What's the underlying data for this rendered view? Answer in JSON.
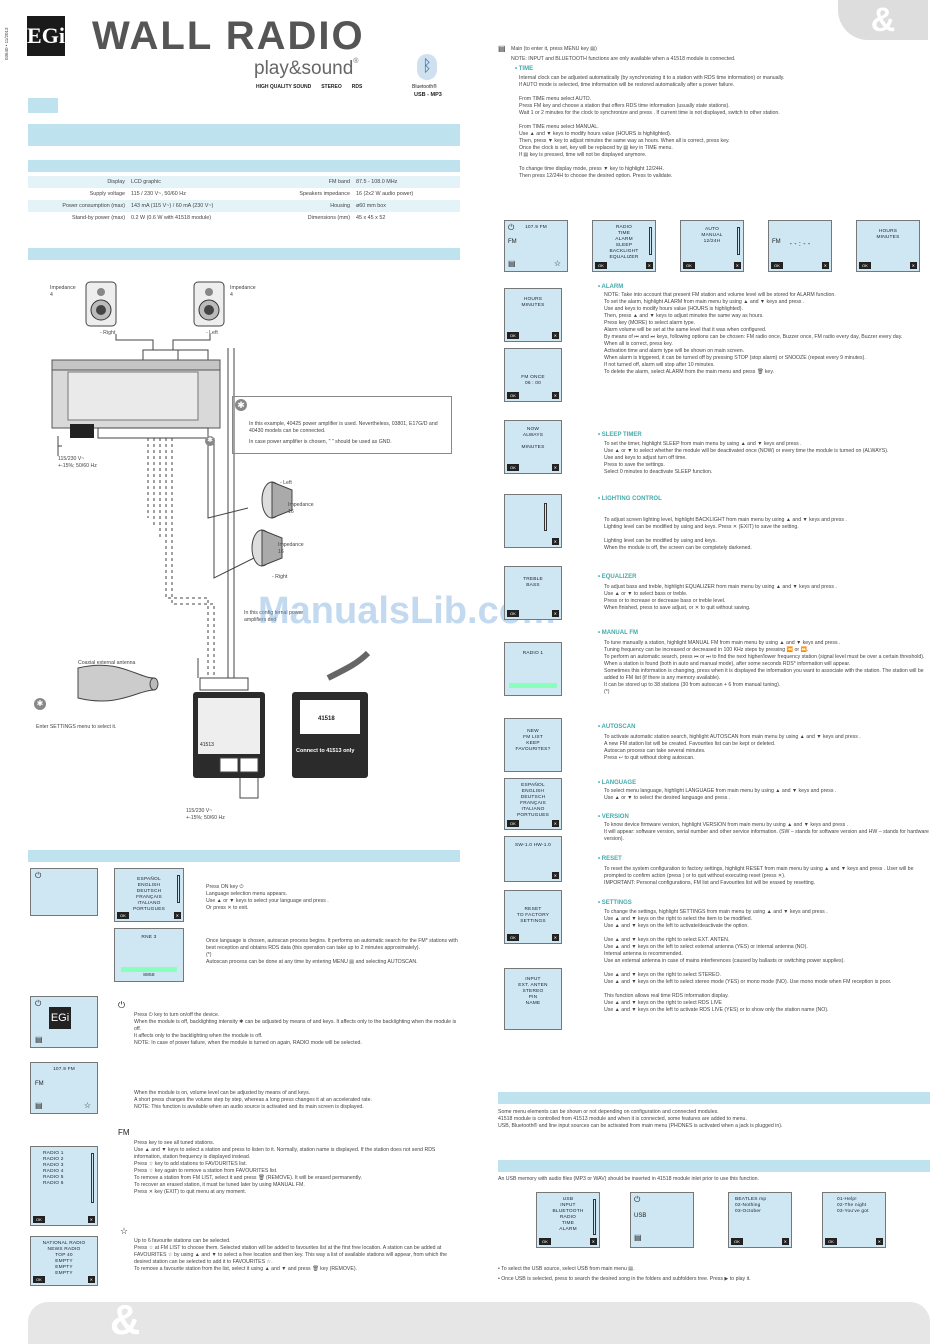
{
  "header": {
    "side_code": "03640 • 11/2013",
    "logo": "EGi",
    "title": "WALL RADIO",
    "brand": "play&sound",
    "brand_reg": "®",
    "features": [
      "HIGH QUALITY SOUND",
      "STEREO",
      "RDS"
    ],
    "bluetooth_label": "Bluetooth®",
    "usb_label": "USB - MP3",
    "amp_mark": "&"
  },
  "colors": {
    "accent_bar": "#bfe3ee",
    "lcd": "#cfe7f3",
    "footer": "#e6e6e6"
  },
  "specs": {
    "left": [
      {
        "label": "Display",
        "value": "LCD graphic"
      },
      {
        "label": "Supply voltage",
        "value": "115 / 230 V~, 50/60 Hz"
      },
      {
        "label": "Power consumption (max)",
        "value": "143 mA (115 V~) / 60 mA (230 V~)"
      },
      {
        "label": "Stand-by power (max)",
        "value": "0.2 W (0.6 W with 41518 module)"
      }
    ],
    "right": [
      {
        "label": "FM band",
        "value": "87.5 - 108.0 MHz"
      },
      {
        "label": "Speakers impedance",
        "value": "16     (2x2 W audio power)"
      },
      {
        "label": "Housing",
        "value": "ø60 mm box"
      },
      {
        "label": "Dimensions (mm)",
        "value": "45 x 45 x 52"
      }
    ]
  },
  "diagram": {
    "imp_left": "Impedance\n4",
    "imp_right": "Impedance\n4",
    "right": "- Right",
    "left": "- Left",
    "supply1": "115/230 V~\n+-15%; 50/60 Hz",
    "note1": "In this example, 40425 power amplifier is used. Nevertheless, 03801, E17G/D and 40430 models can be connected.",
    "note1b": "In case          power amplifier is chosen, \"       \" should be used as GND.",
    "spk_left": "- Left",
    "spk_imp1": "Impedance\n16",
    "spk_imp2": "Impedance\n16",
    "spk_right": "- Right",
    "note2": "In this config            ternal power\namplifiers            ded",
    "antenna": "Coaxial external antenna",
    "settings": "Enter SETTINGS menu to select it.",
    "supply2": "115/230 V~\n+-15%; 50/60 Hz",
    "module_a": "41513",
    "module_b": "41518",
    "connect": "Connect to 41513 only",
    "watermark": "ManualsLib.com"
  },
  "first_use": {
    "lcd_lang": "ESPAÑOL\nENGLISH\nDEUTSCH\nFRANÇAIS\nITALIANO\nPORTUGUES",
    "lcd_scan": "RNE 3",
    "lcd_scan_freq": "8858",
    "text1": "Press ON key ⏻\nLanguage selection menu appears.\nUse ▲ or ▼ keys to select your language and press      .\nOr press ✕ to exit.",
    "text2": "Once language is chosen, autoscan process begins. It performs an automatic search for the FM* stations with best reception and obtains RDS data (this operation can take up to 2 minutes approximately).\n(*)\nAutoscan process can be done at any time by entering MENU ▤ and selecting AUTOSCAN."
  },
  "onoff": {
    "text": "Press ⏻ key to turn on/off the device.\nWhen the module is off, backlighting intensity ✱ can be adjusted by means of     and   keys. It affects only to the backlighting when the module is off.\nIt affects only to the backlighting when the module is off.\nNOTE: In case of power failure, when the module is turned on again, RADIO mode will be selected."
  },
  "volume": {
    "lcd": "107.9 FM",
    "text": "When the module is on, volume level can be adjusted by means of     and   keys.\nA short press changes the volume step by step, whereas a long press changes it at an accelerated rate.\nNOTE: This function is available when an audio source is activated and its main screen is displayed."
  },
  "fmlist": {
    "lcd": "RADIO 1\nRADIO 2\nRADIO 3\nRADIO 4\nRADIO 5\nRADIO 6",
    "text": "Press      key to see all tuned stations.\nUse ▲ and ▼ keys to select a station and press       to listen to it. Normally, station name is displayed. If the station does not send RDS information, station frequency is displayed instead.\nPress ☆ key to add stations to FAVOURITES list.\nPress ☆ key again to remove a station from FAVOURITES list.\nTo remove a station from FM LIST, select it and press 🗑 (REMOVE). It will be erased permanently.\nTo recover an erased station, it must be tuned later by using MANUAL FM.\nPress ✕ key (EXIT) to quit menu at any moment."
  },
  "favourites": {
    "lcd": "NATIONAL RADIO\nNEWS RADIO\nTOP 40\nEMPTY\nEMPTY\nEMPTY",
    "text": "Up to 6 favourite stations can be selected.\nPress ☆ at FM LIST to choose them. Selected station will be added to favourites list at the first free location. A station can be added at FAVOURITES ☆ by using ▲ and ▼ to select a free location and then       key. This way a list of available stations will appear, from which the desired station can be selected to add it to FAVOURITES ☆.\nTo remove a favourite station from the list, select it using ▲ and ▼ and press 🗑 key (REMOVE)."
  },
  "main": {
    "intro": "Main          (to enter it, press MENU key ▤)",
    "note": "NOTE: INPUT and BLUETOOTH functions are only available when a 41518 module is connected.",
    "time_head": "• TIME",
    "time_text": "Internal clock can be adjusted automatically (by synchronizing it to a station with RDS time information) or manually.\nIf AUTO mode is selected, time information will be restored automatically after a power failure.\n\nFrom TIME menu select AUTO.\nPress FM        key and choose a station that offers RDS time information (usually state stations).\nWait 1 or 2 minutes for the clock to synchronize and press      . If current time is not displayed, switch to other station.\n\nFrom TIME menu select MANUAL.\nUse ▲ and ▼ keys to modify hours value (HOURS is highlighted).\nThen, press ▼ key to adjust minutes the same way as hours. When all is correct, press       key.\nOnce the clock is set,        key will be replaced by ▤ key in TIME menu.\nIf ▤ key is pressed, time will not be displayed anymore.\n\nTo change time display mode, press ▼ key to highlight 12/24H.\nThen press 12/24H to choose the desired option. Press      to validate."
  },
  "time_lcds": [
    {
      "t": "107.9 FM"
    },
    {
      "t": "RADIO\nTIME\nALARM\nSLEEP\nBACKLIGHT\nEQUALIZER"
    },
    {
      "t": "AUTO\nMANUAL\n12/24H"
    },
    {
      "t": "- - : - -"
    },
    {
      "t": "HOURS\nMINUTES"
    }
  ],
  "settings_items": [
    {
      "lcd": "HOURS\nMINUTES",
      "head": "• ALARM",
      "text": "NOTE: Take into account that present FM station and volume level will be stored for ALARM function.\nTo set the alarm, highlight ALARM from main menu by using ▲ and ▼ keys and press      .\nUse     and    keys to modify hours value (HOURS is highlighted).\nThen, press ▲ and ▼ keys to adjust minutes the same way as hours.\nPress       key (MORE) to select alarm type.\nAlarm volume will be set at the same level that it was when configured.\nBy means of ⏮ and ⏭ keys, following options can be chosen: FM radio once, Buzzer once, FM radio every day, Buzzer every day.\nWhen all is correct, press      key.\nActivation time and alarm type will be shown on main screen.\nWhen alarm is triggered, it can be turned off by pressing STOP (stop alarm) or SNOOZE (repeat every 9 minutes).\nIf not turned off, alarm will stop after 10 minutes.\nTo delete the alarm, select ALARM from the main menu and press 🗑 key."
    },
    {
      "lcd": "FM ONCE\n06 : 00",
      "head": "",
      "text": ""
    },
    {
      "lcd": "NOW\nALWAYS\n\nMINUTES",
      "head": "• SLEEP TIMER",
      "text": "To set the timer, highlight SLEEP from main menu by using ▲ and ▼ keys and press      .\nUse ▲ or ▼ to select whether the module will be deactivated once (NOW) or every time the module is turned on (ALWAYS).\nUse     and    keys to adjust turn off time.\nPress       to save the settings.\nSelect 0 minutes to deactivate SLEEP function."
    },
    {
      "lcd": "",
      "head": "• LIGHTING CONTROL",
      "text": "To adjust screen lighting level, highlight BACKLIGHT from main menu by using ▲ and ▼ keys and press      .\nLighting level can be modified by using     and    keys. Press ✕ (EXIT) to save the setting.\n\nLighting level can be modified by using     and    keys.\nWhen the module is off, the screen can be completely darkened."
    },
    {
      "lcd": "TREBLE\nBASS",
      "head": "• EQUALIZER",
      "text": "To adjust bass and treble, highlight EQUALIZER from main menu by using ▲ and ▼ keys and press      .\nUse ▲ or ▼ to select bass or treble.\nPress     or    to increase or decrease bass or treble level.\nWhen finished, press      to save adjust, or ✕ to quit without saving."
    },
    {
      "lcd": "RADIO 1",
      "head": "• MANUAL FM",
      "text": "To tune manually a station, highlight MANUAL FM from main menu by using ▲ and ▼ keys and press      .\nTuning frequency can be increased or decreased in 100 KHz steps by pressing ⏪ or ⏩.\nTo perform an automatic search, press ⏮ or ⏭ to find the next higher/lower frequency station (signal level must be over a certain threshold).\nWhen a station is found (both in auto and manual mode), after some seconds RDS* information will appear.\nSometimes this information is changing, press       when it is displayed the information you want to associate with the station. The station will be added to FM list (if there is any memory available).\nIt can be stored up to 38 stations (30 from autoscan + 6 from manual tuning).\n(*)"
    },
    {
      "lcd": "NEW\nFM LIST\nKEEP\nFAVOURITES?",
      "head": "• AUTOSCAN",
      "text": "To activate automatic station search, highlight AUTOSCAN from main menu by using ▲ and ▼ keys and press      .\nA new FM station list will be created. Favourites list can be kept or deleted.\nAutoscan process can take several minutes.\nPress ↩ to quit without doing autoscan."
    },
    {
      "lcd": "ESPAÑOL\nENGLISH\nDEUTSCH\nFRANÇAIS\nITALIANO\nPORTUGUES",
      "head": "• LANGUAGE",
      "text": "To select menu language, highlight LANGUAGE from main menu by using ▲ and ▼ keys and press      .\nUse ▲ or ▼ to select the desired language and press      ."
    },
    {
      "lcd": "SW-1.0    HW-1.0",
      "head": "• VERSION",
      "text": "To know device firmware version, highlight VERSION from main menu by using ▲ and ▼ keys and press      .\nIt will appear: software version, serial number and other service information. (SW – stands for software version and HW – stands for hardware version)."
    },
    {
      "lcd": "RESET\nTO FACTORY\nSETTINGS",
      "head": "• RESET",
      "text": "To reset the system configuration to factory settings, highlight RESET from main menu by using ▲ and ▼ keys and press      . User will be prompted to confirm action (press      ) or to quit without executing reset (press ✕).\nIMPORTANT: Personal configurations, FM list and Favourites list will be erased by resetting."
    },
    {
      "lcd": "INPUT\nEXT. ANTEN\nSTEREO\nPIN\nNAME",
      "head": "• SETTINGS",
      "text": "To change the settings, highlight SETTINGS from main menu by using ▲ and ▼ keys and press      .\nUse ▲ and ▼ keys on the right to select the item to be modified.\nUse ▲ and ▼ keys on the left to activate/deactivate the option.\n\nUse ▲ and ▼ keys on the right to select EXT. ANTEN.\nUse ▲ and ▼ keys on the left to select external antenna (YES) or internal antenna (NO).\nInternal antenna is recommended.\nUse an external antenna in case of mains interferences (caused by ballasts or switching power supplies).\n\nUse ▲ and ▼ keys on the right to select STEREO.\nUse ▲ and ▼ keys on the left to select stereo mode (YES) or mono mode (NO). Use mono mode when FM reception is poor.\n\nThis function allows real time RDS information display.\nUse ▲ and ▼ keys on the right to select RDS LIVE\nUse ▲ and ▼ keys on the left to activate RDS LIVE (YES) or to show only the station name (NO)."
    }
  ],
  "sources": {
    "text": "Some menu elements can be shown or not depending on configuration and connected modules.\n41518 module is controlled from 41513 module and when it is connected, some features are added to menu.\nUSB, Bluetooth® and line input sources can be activated from main menu (PHONES is activated when a jack is plugged in)."
  },
  "usb": {
    "text": "An USB memory with audio files (MP3 or WAV) should be inserted in 41518 module inlet prior to use this function.",
    "lcds": [
      "USB\nINPUT\nBLUETOOTH\nRADIO\nTIME\nALARM",
      "",
      "BEATLES mp\n02-Nothing\n03-October",
      "01-Help!\n02-The night\n03-You've got"
    ],
    "bullet1": "• To select the USB source, select USB from main menu ▤.",
    "bullet2": "• Once USB is selected, press     to search the desired song in the folders and subfolders tree. Press ▶ to play it."
  }
}
